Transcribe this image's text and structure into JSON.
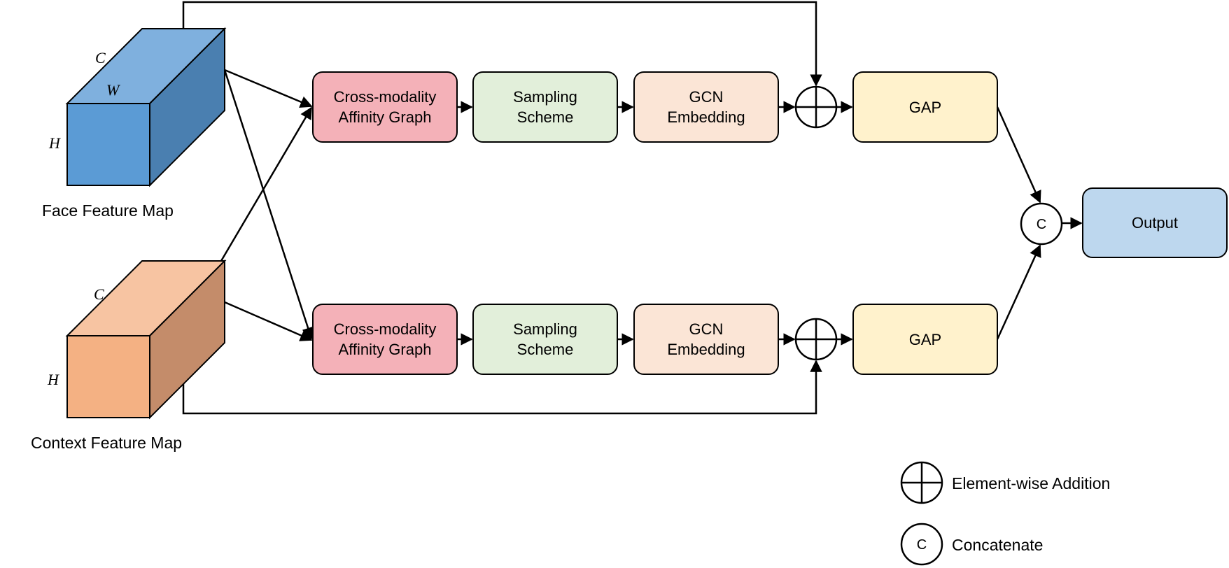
{
  "inputs": {
    "face": {
      "label": "Face Feature Map",
      "dims": {
        "c": "C",
        "w": "W",
        "h": "H"
      },
      "colors": {
        "front": "#5b9bd5",
        "top": "#7fb0de",
        "side": "#4a7fb0"
      }
    },
    "context": {
      "label": "Context Feature Map",
      "dims": {
        "c": "C",
        "h": "H"
      },
      "colors": {
        "front": "#f4b183",
        "top": "#f7c4a2",
        "side": "#c48c6a"
      }
    }
  },
  "branches": {
    "top": {
      "affinity": {
        "line1": "Cross-modality",
        "line2": "Affinity Graph"
      },
      "sampling": {
        "line1": "Sampling",
        "line2": "Scheme"
      },
      "gcn": {
        "line1": "GCN",
        "line2": "Embedding"
      },
      "gap": "GAP"
    },
    "bottom": {
      "affinity": {
        "line1": "Cross-modality",
        "line2": "Affinity Graph"
      },
      "sampling": {
        "line1": "Sampling",
        "line2": "Scheme"
      },
      "gcn": {
        "line1": "GCN",
        "line2": "Embedding"
      },
      "gap": "GAP"
    }
  },
  "concat_symbol": "C",
  "output": "Output",
  "legend": {
    "addition": "Element-wise Addition",
    "concat_symbol": "C",
    "concat": "Concatenate"
  },
  "colors": {
    "affinity": "#f4b1b8",
    "sampling": "#e2efda",
    "gcn": "#fbe5d6",
    "gap": "#fff2cc",
    "output": "#bdd7ee",
    "stroke": "#000000"
  }
}
